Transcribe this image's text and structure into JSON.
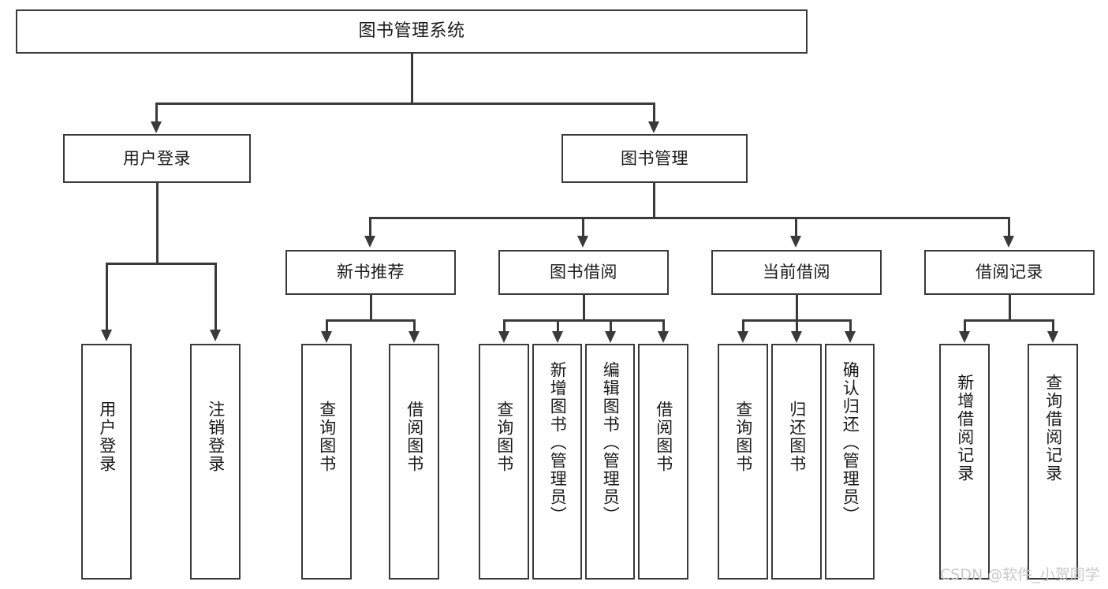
{
  "diagram": {
    "type": "tree-hierarchy",
    "title": "图书管理系统",
    "orientation": "top-down",
    "colors": {
      "stroke": "#3a3a3a",
      "fill": "#ffffff",
      "text": "#1a1a1a",
      "watermark": "#c9c9c9"
    },
    "root": {
      "label": "图书管理系统"
    },
    "level2": [
      {
        "id": "user-login",
        "label": "用户登录"
      },
      {
        "id": "book-management",
        "label": "图书管理"
      }
    ],
    "level3": [
      {
        "id": "new-book-recommend",
        "label": "新书推荐"
      },
      {
        "id": "book-borrow",
        "label": "图书借阅"
      },
      {
        "id": "current-borrow",
        "label": "当前借阅"
      },
      {
        "id": "borrow-record",
        "label": "借阅记录"
      }
    ],
    "leaves": {
      "user_login": [
        {
          "id": "leaf-user-login",
          "label": "用户登录"
        },
        {
          "id": "leaf-logout",
          "label": "注销登录"
        }
      ],
      "new_book_recommend": [
        {
          "id": "leaf-query-book-1",
          "label": "查询图书"
        },
        {
          "id": "leaf-borrow-book-1",
          "label": "借阅图书"
        }
      ],
      "book_borrow": [
        {
          "id": "leaf-query-book-2",
          "label": "查询图书"
        },
        {
          "id": "leaf-add-book",
          "label": "新增图书（管理员）"
        },
        {
          "id": "leaf-edit-book",
          "label": "编辑图书（管理员）"
        },
        {
          "id": "leaf-borrow-book-2",
          "label": "借阅图书"
        }
      ],
      "current_borrow": [
        {
          "id": "leaf-query-book-3",
          "label": "查询图书"
        },
        {
          "id": "leaf-return-book",
          "label": "归还图书"
        },
        {
          "id": "leaf-confirm-return",
          "label": "确认归还（管理员）"
        }
      ],
      "borrow_record": [
        {
          "id": "leaf-add-record",
          "label": "新增借阅记录"
        },
        {
          "id": "leaf-query-record",
          "label": "查询借阅记录"
        }
      ]
    }
  },
  "watermark": {
    "text": "CSDN @软件_小贺同学"
  }
}
